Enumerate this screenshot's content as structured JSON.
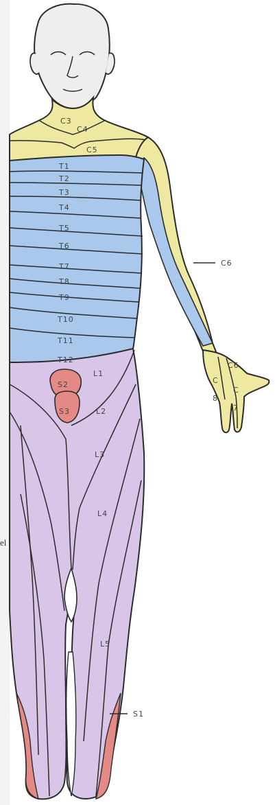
{
  "side_text": "el",
  "colors": {
    "cervical": "#efe8a0",
    "thoracic": "#a9c8ec",
    "lumbar": "#d8c5e8",
    "sacral": "#e48a86",
    "skin": "#efeeec",
    "outline": "#2b2b2b"
  },
  "labels": {
    "c3": "C3",
    "c4": "C4",
    "c5": "C5",
    "c6": "C6",
    "c6_hand": "C6",
    "c7_letter": "C",
    "c7_digit": "7",
    "c8_letter": "C",
    "c8_digit": "8",
    "t1": "T1",
    "t2": "T2",
    "t3": "T3",
    "t4": "T4",
    "t5": "T5",
    "t6": "T6",
    "t7": "T7",
    "t8": "T8",
    "t9": "T9",
    "t10": "T10",
    "t11": "T11",
    "t12": "T12",
    "l1": "L1",
    "l2": "L2",
    "l3": "L3",
    "l4": "L4",
    "l5": "L5",
    "s1": "S1",
    "s2": "S2",
    "s3": "S3"
  }
}
